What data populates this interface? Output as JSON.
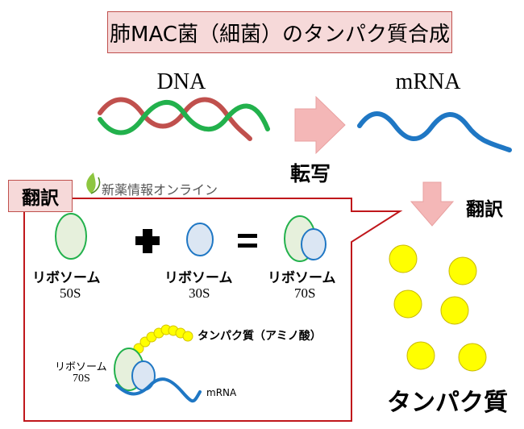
{
  "title": "肺MAC菌（細菌）のタンパク質合成",
  "dna_label": "DNA",
  "mrna_label": "mRNA",
  "transcription_label": "転写",
  "translation_label": "翻訳",
  "translation_tag": "翻訳",
  "watermark": "新薬情報オンライン",
  "ribosome_50": {
    "name": "リボソーム",
    "size": "50S"
  },
  "ribosome_30": {
    "name": "リボソーム",
    "size": "30S"
  },
  "ribosome_70": {
    "name": "リボソーム",
    "size": "70S"
  },
  "ribosome_70_small": {
    "name": "リボソーム",
    "size": "70S"
  },
  "amino_acid_label": "タンパク質（アミノ酸）",
  "mrna_small_label": "mRNA",
  "protein_label": "タンパク質",
  "colors": {
    "dna_green": "#22b14c",
    "dna_red": "#c0504d",
    "mrna_blue": "#1f77c4",
    "arrow_pink": "#f4b7b7",
    "border_red": "#c0171b",
    "protein_yellow": "#ffff00",
    "ribo_green_fill": "#e6f0dc",
    "ribo_blue_fill": "#dbe6f3"
  },
  "protein_count": 6
}
